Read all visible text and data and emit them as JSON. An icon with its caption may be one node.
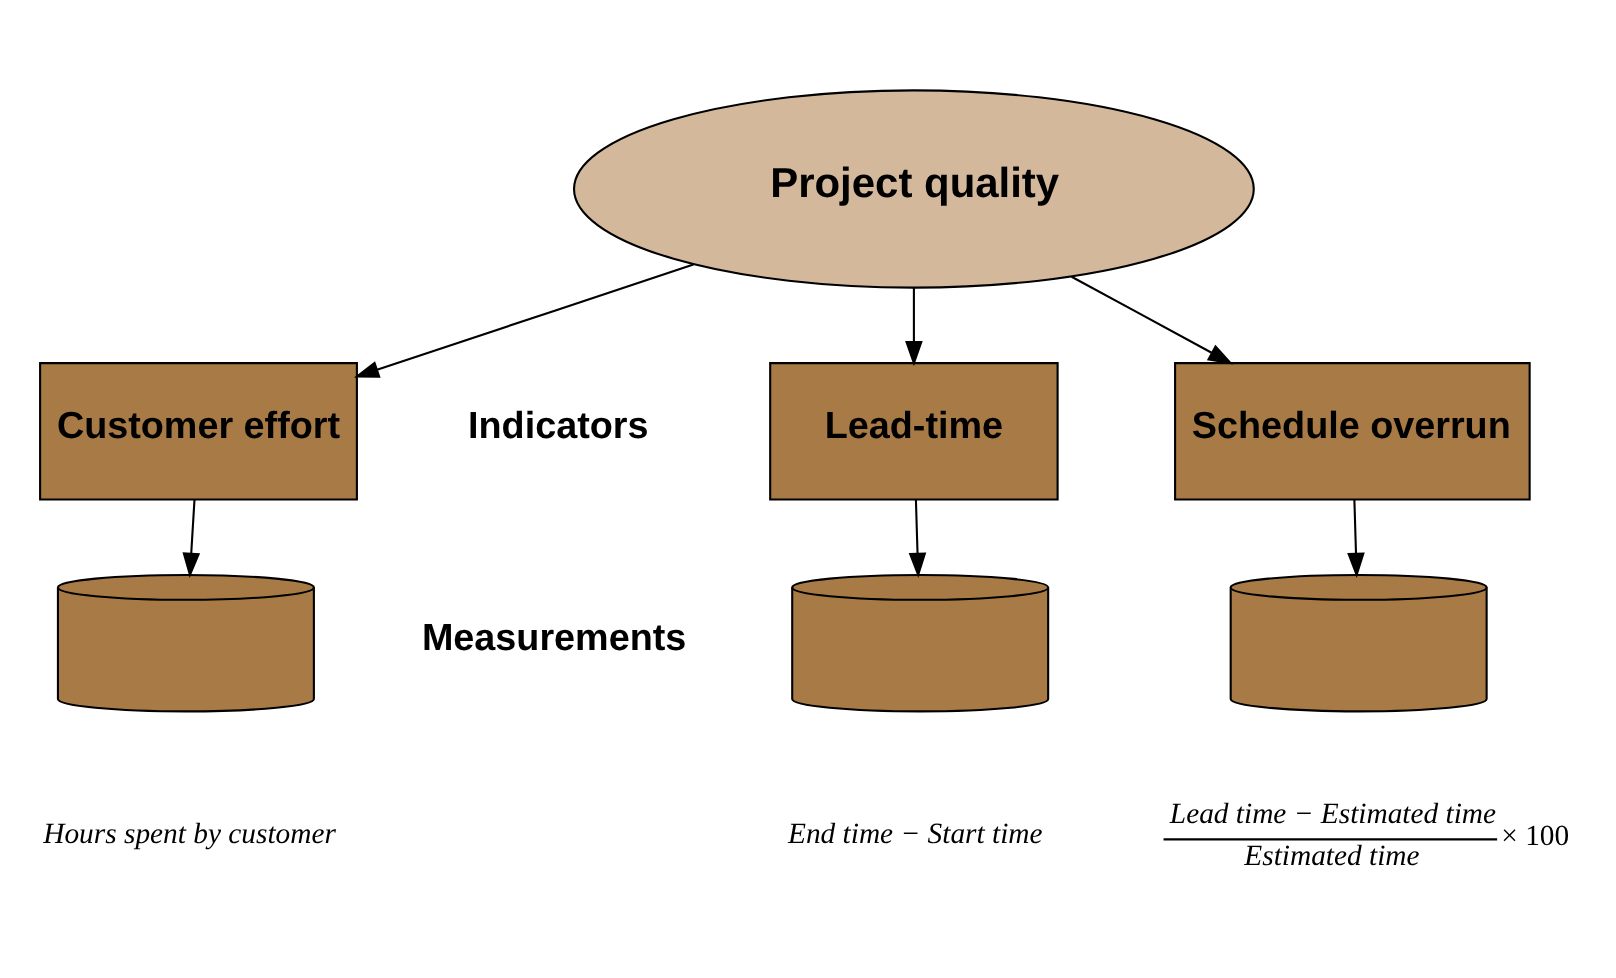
{
  "diagram": {
    "nodes": [
      {
        "text": [
          "Project quality"
        ]
      },
      {
        "text": [
          "Lead-time"
        ]
      },
      {
        "text": [
          "Schedule overrun"
        ]
      },
      {
        "text": [
          "Customer effort"
        ]
      },
      {
        "text": [],
        "shape": "cylinder",
        "beside": [
          "End time − Start time"
        ]
      },
      {
        "text": [],
        "shape": "cylinder",
        "beside": [
          "Lead time − Estimated time",
          "Estimated time",
          "× 100"
        ]
      },
      {
        "text": [],
        "shape": "cylinder",
        "beside": [
          "Hours spent by customer"
        ]
      }
    ],
    "edges": [
      {
        "from": 0,
        "to": 1,
        "arrow": "to"
      },
      {
        "from": 0,
        "to": 2,
        "arrow": "to"
      },
      {
        "from": 0,
        "to": 3,
        "arrow": "to"
      },
      {
        "from": 1,
        "to": 4,
        "arrow": "to"
      },
      {
        "from": 2,
        "to": 5,
        "arrow": "to"
      },
      {
        "from": 3,
        "to": 6,
        "arrow": "to"
      }
    ],
    "labels": [
      "Indicators",
      "Measurements"
    ]
  }
}
